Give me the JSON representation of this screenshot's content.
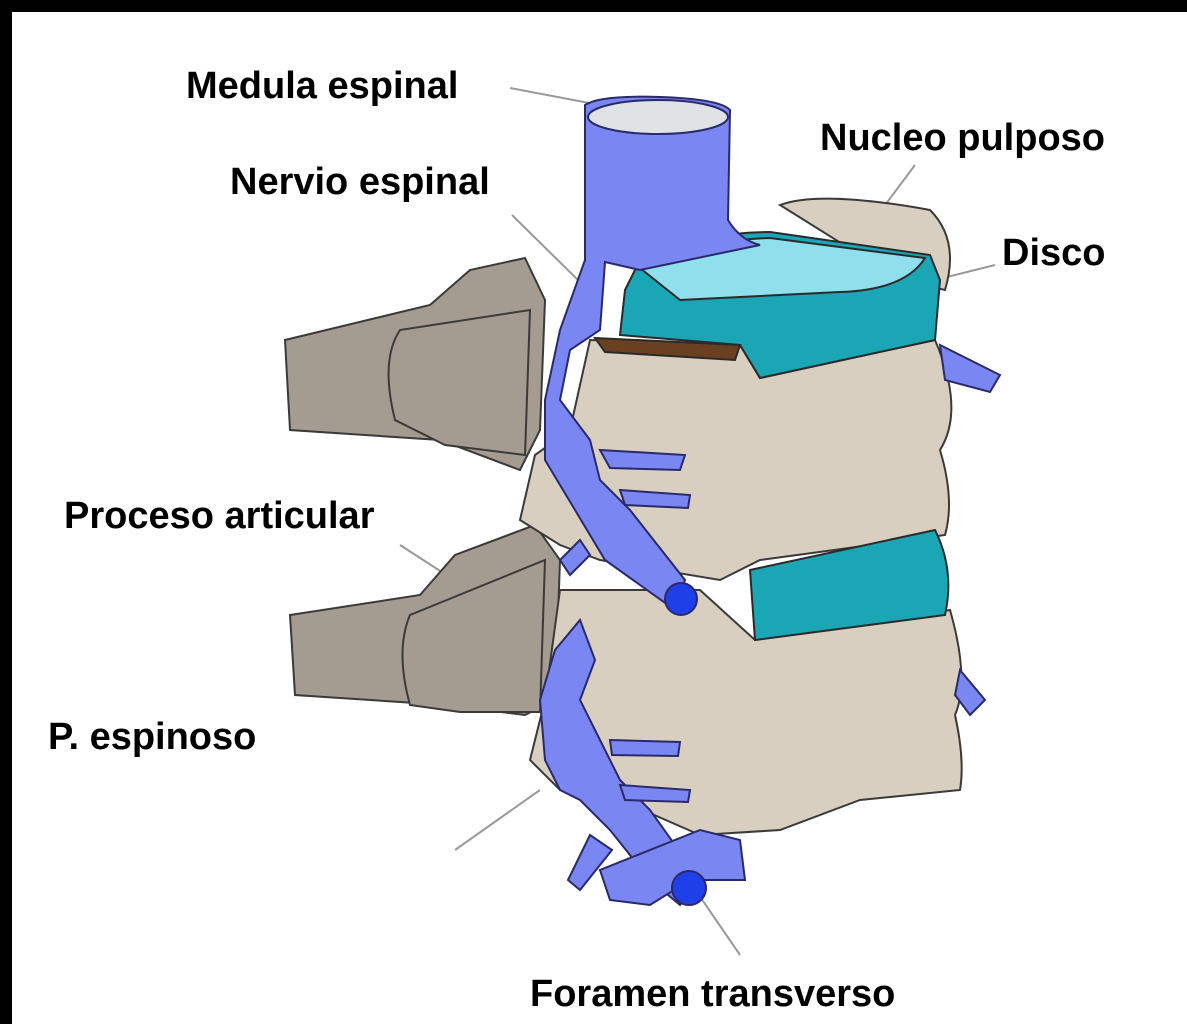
{
  "labels": {
    "medula_espinal": "Medula espinal",
    "nervio_espinal": "Nervio espinal",
    "nucleo_pulposo": "Nucleo pulposo",
    "disco": "Disco",
    "proceso_articular": "Proceso articular",
    "p_espinoso": "P. espinoso",
    "foramen_transverso": "Foramen transverso"
  },
  "colors": {
    "bone": "#d8cfc0",
    "bone_shadow": "#8f877c",
    "process": "#a59c91",
    "nerve": "#7a86f2",
    "nerve_end": "#1f3fe8",
    "disc": "#1aa6b4",
    "nucleus": "#8fe0ec",
    "outline": "#3a3a3a"
  }
}
